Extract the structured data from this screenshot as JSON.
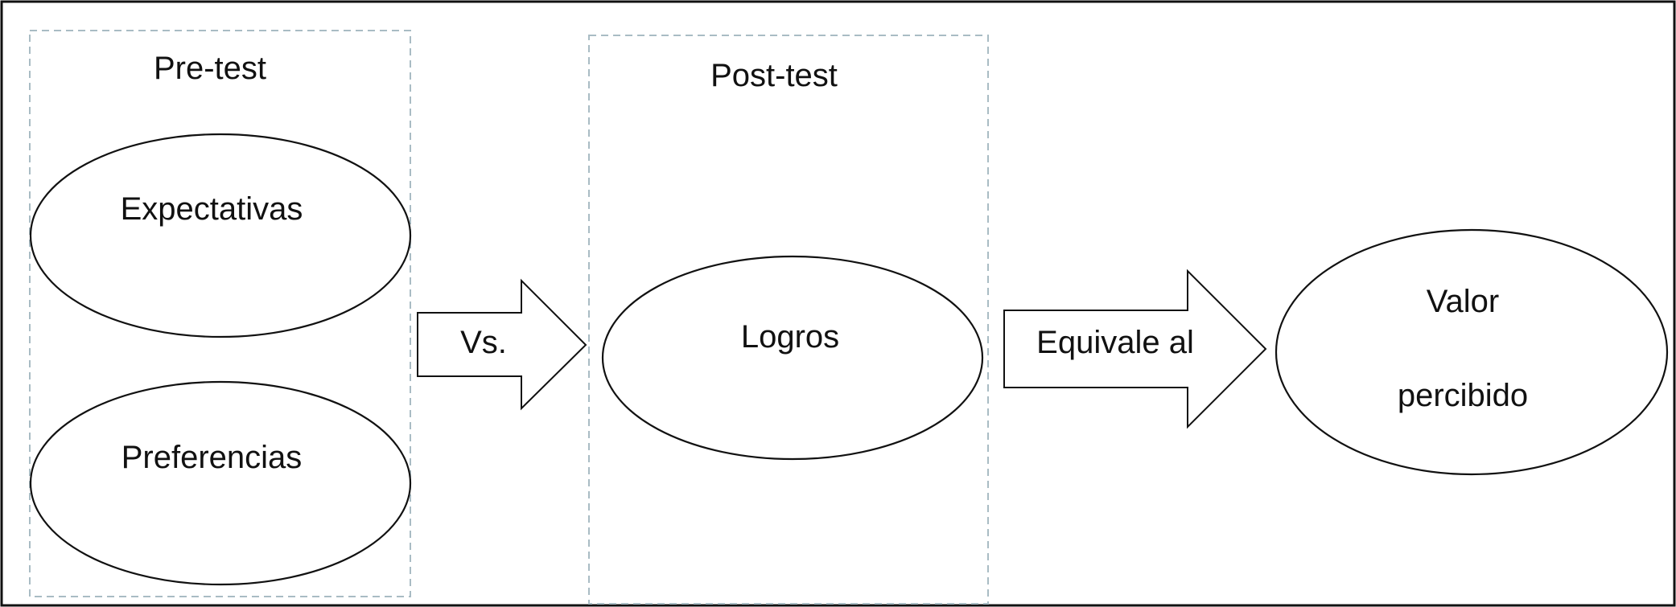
{
  "diagram": {
    "groups": {
      "pretest": {
        "title": "Pre-test"
      },
      "posttest": {
        "title": "Post-test"
      }
    },
    "nodes": {
      "expectativas": {
        "label": "Expectativas"
      },
      "preferencias": {
        "label": "Preferencias"
      },
      "logros": {
        "label": "Logros"
      },
      "valor_percibido": {
        "line1": "Valor",
        "line2": "percibido"
      }
    },
    "arrows": {
      "versus": {
        "label": "Vs.",
        "from": "pretest",
        "to": "logros"
      },
      "equivale": {
        "label": "Equivale al",
        "from": "logros",
        "to": "valor_percibido"
      }
    },
    "colors": {
      "stroke": "#111111",
      "group_border": "#a9bcc4",
      "background": "#ffffff"
    }
  }
}
